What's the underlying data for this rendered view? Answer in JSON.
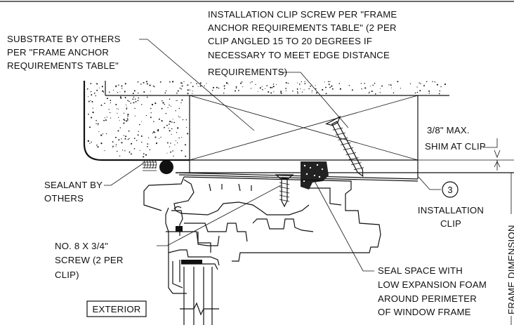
{
  "labels": {
    "substrate": [
      "SUBSTRATE BY OTHERS",
      "PER \"FRAME ANCHOR",
      "REQUIREMENTS TABLE\""
    ],
    "clip_screw": [
      "INSTALLATION CLIP SCREW PER \"FRAME",
      "ANCHOR REQUIREMENTS TABLE\" (2 PER",
      "CLIP ANGLED 15 TO 20 DEGREES IF",
      "NECESSARY TO MEET EDGE DISTANCE",
      "REQUIREMENTS)"
    ],
    "shim": [
      "3/8\" MAX.",
      "SHIM AT CLIP"
    ],
    "sealant": [
      "SEALANT BY",
      "OTHERS"
    ],
    "clip_number": "3",
    "installation_clip": [
      "INSTALLATION",
      "CLIP"
    ],
    "frame_dimension": "FRAME DIMENSION",
    "screw": [
      "NO. 8 X 3/4\"",
      "SCREW (2 PER",
      "CLIP)"
    ],
    "seal_space": [
      "SEAL SPACE WITH",
      "LOW EXPANSION FOAM",
      "AROUND PERIMETER",
      "OF WINDOW FRAME"
    ],
    "exterior": "EXTERIOR"
  }
}
